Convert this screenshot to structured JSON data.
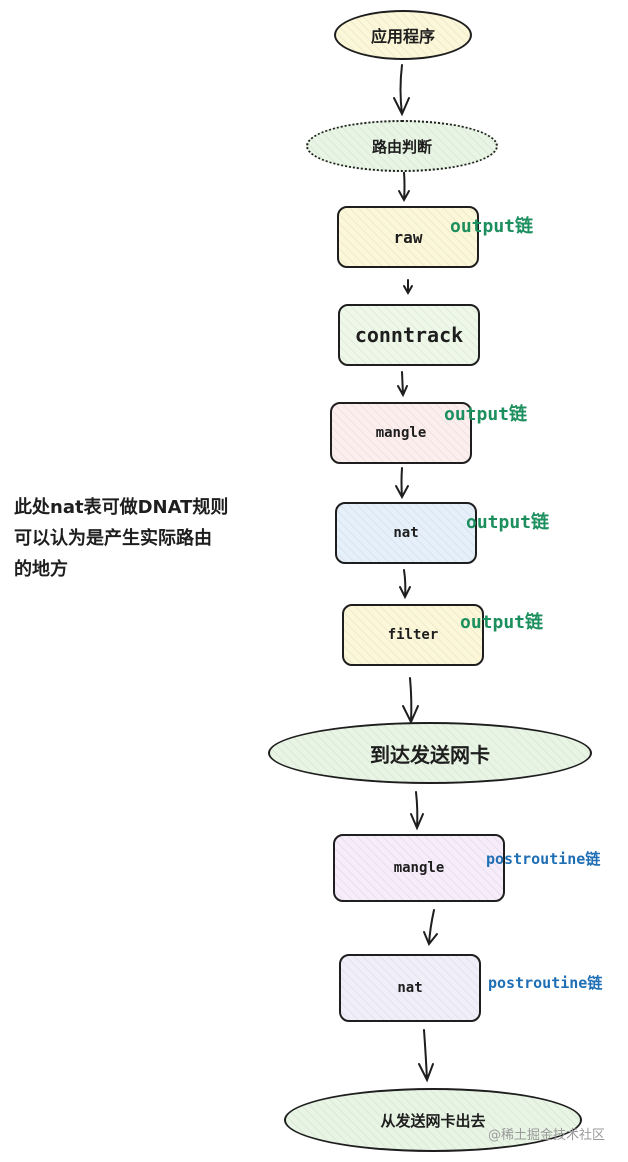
{
  "nodes": {
    "app": "应用程序",
    "route_decision": "路由判断",
    "raw": "raw",
    "conntrack": "conntrack",
    "mangle_output": "mangle",
    "nat_output": "nat",
    "filter": "filter",
    "reach_nic": "到达发送网卡",
    "mangle_post": "mangle",
    "nat_post": "nat",
    "exit_nic": "从发送网卡出去"
  },
  "chain_labels": {
    "raw": "output链",
    "mangle": "output链",
    "nat": "output链",
    "filter": "output链",
    "post_mangle": "postroutine链",
    "post_nat": "postroutine链"
  },
  "note": {
    "line1": "此处nat表可做DNAT规则",
    "line2": "可以认为是产生实际路由",
    "line3": "的地方"
  },
  "watermark": "@稀土掘金技术社区",
  "colors": {
    "app": "#fcf7d9",
    "route_decision": "#e8f5e4",
    "raw": "#fcf7d9",
    "conntrack": "#eef8e8",
    "mangle_output": "#fdeeee",
    "nat_output": "#e6f0fb",
    "filter": "#fcf7d9",
    "reach_nic": "#e8f5e4",
    "mangle_post": "#f6ecfa",
    "nat_post": "#f0eef9",
    "exit_nic": "#e8f5e4",
    "chain_green": "#1d8f5e",
    "chain_blue": "#1f6fb5"
  }
}
